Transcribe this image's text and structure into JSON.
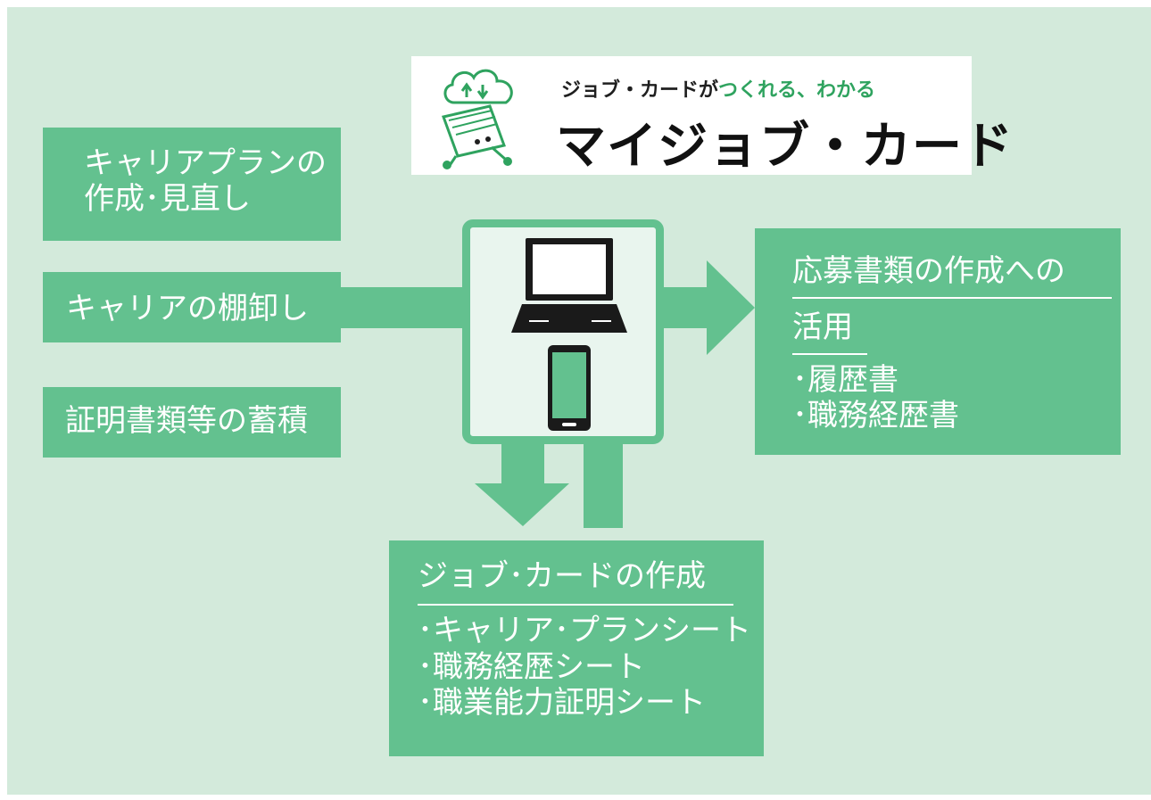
{
  "colors": {
    "background": "#d3eadb",
    "box_green": "#63c18f",
    "text_white": "#ffffff",
    "logo_accent": "#2fa35f"
  },
  "logo": {
    "tagline_prefix": "ジョブ・カードが",
    "tagline_accent": "つくれる、わかる",
    "name": "マイジョブ・カード",
    "mascot_icon": "card-mascot-icon"
  },
  "left_boxes": {
    "plan": {
      "line1": "キャリアプランの",
      "line2": "作成･見直し"
    },
    "tanaoroshi": {
      "label": "キャリアの棚卸し"
    },
    "certificates": {
      "label": "証明書類等の蓄積"
    }
  },
  "devices": {
    "laptop_icon": "laptop-icon",
    "smartphone_icon": "smartphone-icon"
  },
  "apply_box": {
    "heading1": "応募書類の作成への",
    "heading2": "活用",
    "items": [
      "･履歴書",
      "･職務経歴書"
    ]
  },
  "jobcard_box": {
    "heading": "ジョブ･カードの作成",
    "items": [
      "･キャリア･プランシート",
      "･職務経歴シート",
      "･職業能力証明シート"
    ]
  }
}
